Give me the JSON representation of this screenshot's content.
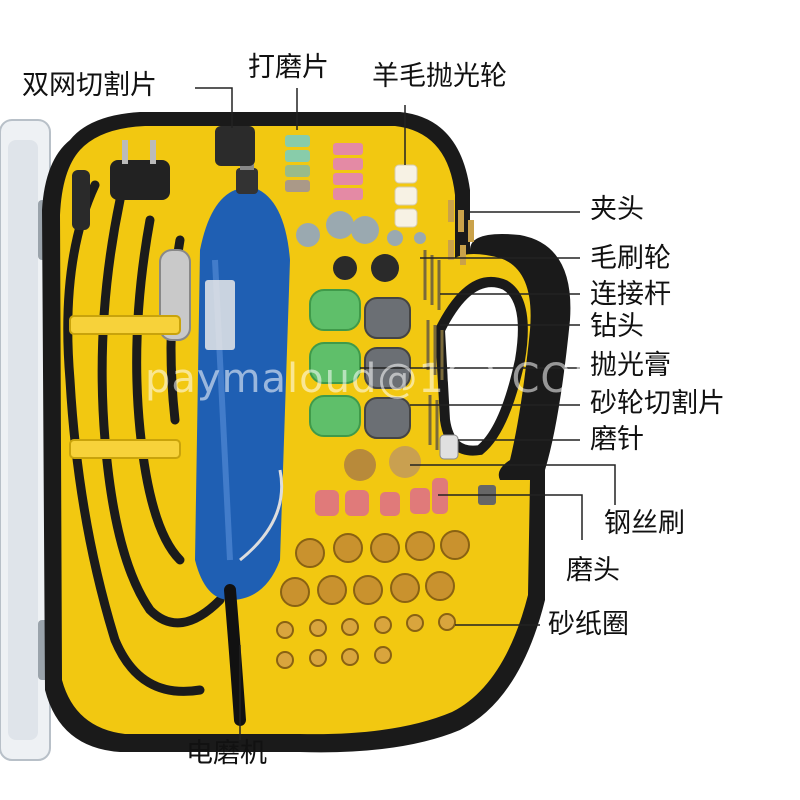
{
  "labels": {
    "cutting_disc": "双网切割片",
    "sanding_disc": "打磨片",
    "wool_polish": "羊毛抛光轮",
    "collet": "夹头",
    "brush_wheel": "毛刷轮",
    "mandrel": "连接杆",
    "drill_bit": "钻头",
    "polish_paste": "抛光膏",
    "grinding_cut_disc": "砂轮切割片",
    "grinding_needle": "磨针",
    "wire_brush": "钢丝刷",
    "grinding_head": "磨头",
    "sandpaper_ring": "砂纸圈",
    "rotary_tool": "电磨机"
  },
  "watermark": "paymaloud@163.COM",
  "colors": {
    "case_yellow": "#f2c811",
    "tool_blue": "#1f5fb3",
    "case_black": "#1a1a1a",
    "leader_line": "#222222"
  }
}
